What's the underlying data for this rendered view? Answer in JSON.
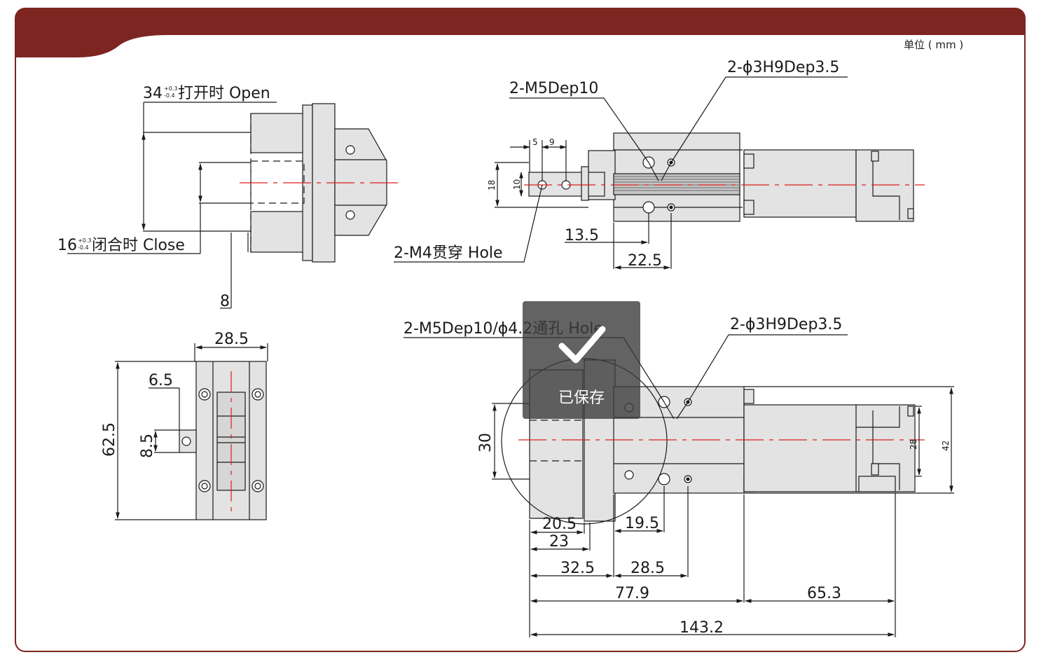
{
  "colors": {
    "header": "#7d2520",
    "body_fill": "#e3e3e3",
    "body_fill_dark": "#cfcfcf",
    "centerline": "#d9201e",
    "line": "#1a1a1a"
  },
  "unit_label": "单位 ( mm )",
  "top_left_view": {
    "open_dim": "34",
    "open_tol_upper": "+0.3",
    "open_tol_lower": "-0.4",
    "open_label": "打开时 Open",
    "close_dim": "16",
    "close_tol_upper": "+0.3",
    "close_tol_lower": "-0.4",
    "close_label": "闭合时 Close",
    "dim_8": "8"
  },
  "top_right_view": {
    "callout_m5": "2-M5Dep10",
    "callout_phi": "2-ϕ3H9Dep3.5",
    "callout_m4": "2-M4贯穿 Hole",
    "dim_5": "5",
    "dim_9": "9",
    "dim_18": "18",
    "dim_10": "10",
    "dim_13_5": "13.5",
    "dim_22_5": "22.5"
  },
  "bottom_left_view": {
    "dim_28_5": "28.5",
    "dim_6_5": "6.5",
    "dim_62_5": "62.5",
    "dim_8_5": "8.5"
  },
  "bottom_right_view": {
    "callout_m5": "2-M5Dep10/ϕ4.2通孔 Hole",
    "callout_phi": "2-ϕ3H9Dep3.5",
    "dim_30": "30",
    "dim_28": "28",
    "dim_42": "42",
    "dim_20_5": "20.5",
    "dim_23": "23",
    "dim_19_5": "19.5",
    "dim_32_5": "32.5",
    "dim_28_5": "28.5",
    "dim_77_9": "77.9",
    "dim_65_3": "65.3",
    "dim_143_2": "143.2"
  },
  "toast": {
    "icon": "checkmark-icon",
    "label": "已保存"
  }
}
